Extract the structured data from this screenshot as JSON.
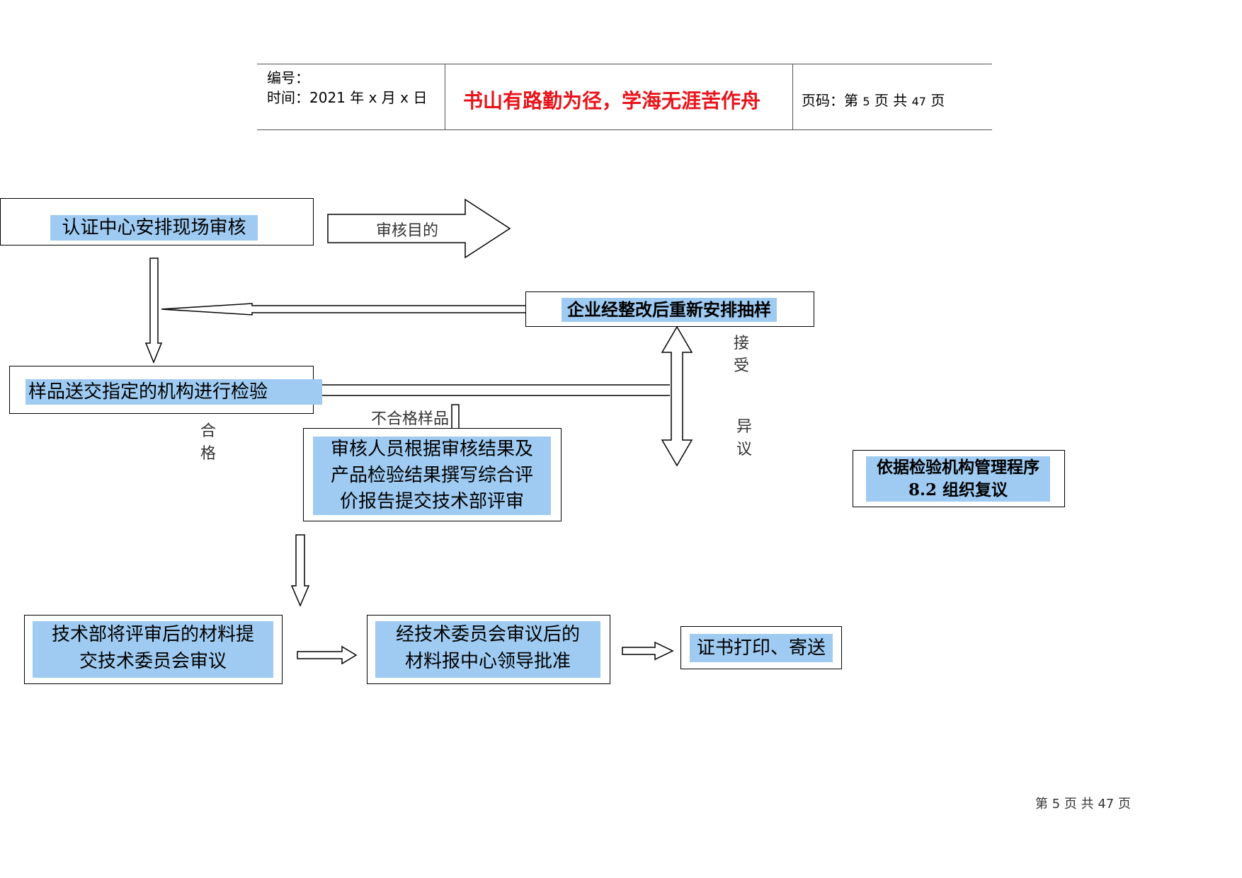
{
  "header": {
    "number_label": "编号：",
    "time_label": "时间：2021 年 x 月 x 日",
    "motto": "书山有路勤为径，学海无涯苦作舟",
    "page_prefix": "页码：第",
    "page_num": "5",
    "page_mid": "页  共",
    "page_total": "47",
    "page_suffix": "页"
  },
  "flow": {
    "onsite_audit": "认证中心安排现场审核",
    "audit_purpose_arrow": "审核目的",
    "resample": "企业经整改后重新安排抽样",
    "accept_label": "接\n受",
    "objection_label": "异\n议",
    "sample_inspection": "样品送交指定的机构进行检验",
    "unqualified_label": "不合格样品",
    "qualified_label": "合\n格",
    "report_lines": [
      "审核人员根据审核结果及",
      "产品检验结果撰写综合评",
      "价报告提交技术部评审"
    ],
    "review_proc_lines": [
      "依据检验机构管理程序",
      "8.2 组织复议"
    ],
    "tech_submit_lines": [
      "技术部将评审后的材料提",
      "交技术委员会审议"
    ],
    "committee_lines": [
      "经技术委员会审议后的",
      "材料报中心领导批准"
    ],
    "cert_print": "证书打印、寄送"
  },
  "footer": {
    "text": "第  5  页  共  47  页"
  }
}
